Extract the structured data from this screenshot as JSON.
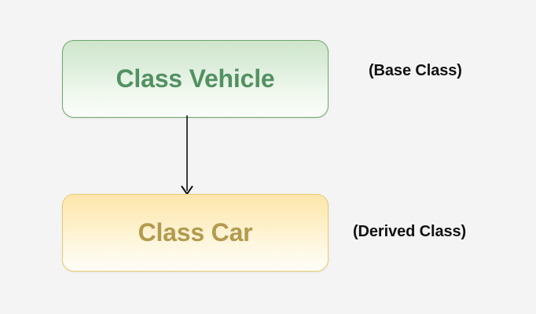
{
  "diagram": {
    "background_color": "#f4f4f4",
    "nodes": [
      {
        "id": "base",
        "label": "Class Vehicle",
        "annotation": "(Base Class)",
        "text_color": "#529162",
        "border_color": "#6ea86c",
        "fill_top": "#cfe6cb",
        "fill_bottom": "#fbfdfa"
      },
      {
        "id": "derived",
        "label": "Class Car",
        "annotation": "(Derived Class)",
        "text_color": "#b39a4e",
        "border_color": "#e7cc72",
        "fill_top": "#fde6ab",
        "fill_bottom": "#fffdf8"
      }
    ],
    "connector": {
      "name": "inheritance-arrow",
      "from": "base",
      "to": "derived",
      "direction": "down",
      "color": "#111111"
    }
  }
}
